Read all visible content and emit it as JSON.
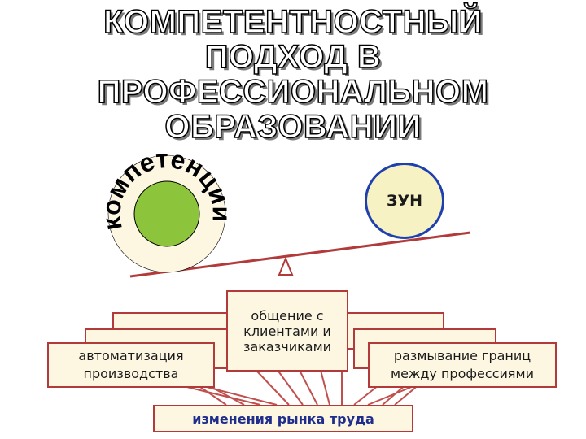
{
  "title": {
    "line1": "КОМПЕТЕНТНОСТНЫЙ",
    "line2": "ПОДХОД В",
    "line3": "ПРОФЕССИОНАЛЬНОМ",
    "line4": "ОБРАЗОВАНИИ"
  },
  "scale": {
    "left_label": "компетенции",
    "right_label": "ЗУН"
  },
  "boxes": {
    "center": "общение с клиентами и заказчиками",
    "left": "автоматизация производства",
    "right": "размывание границ между профессиями",
    "bottom": "изменения рынка труда"
  },
  "colors": {
    "connector": "#c0504d",
    "box_fill": "#fdf7e2",
    "box_border": "#b23a3a",
    "inner_circle": "#8cc43c",
    "zun_border": "#1e3fae",
    "bottom_text": "#1f2e8c"
  }
}
